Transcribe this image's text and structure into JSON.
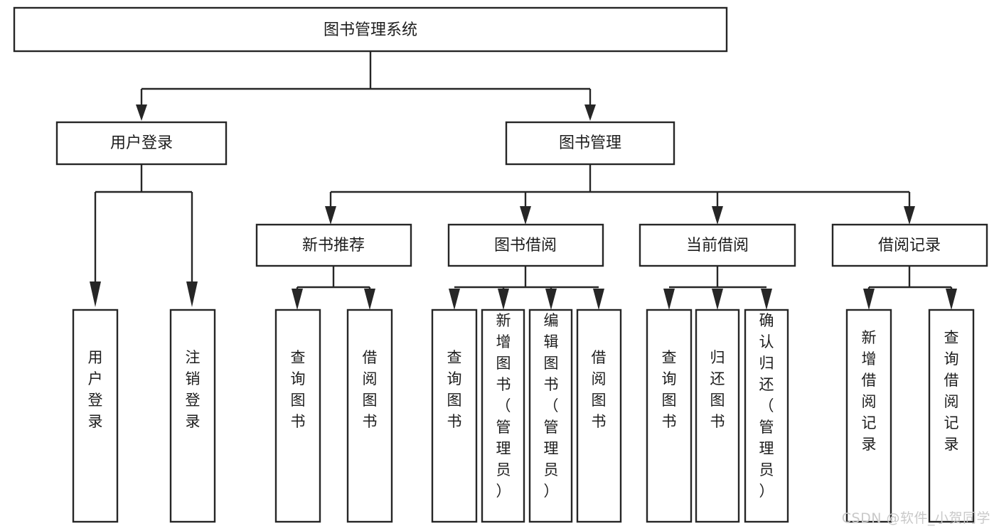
{
  "diagram": {
    "title": "图书管理系统",
    "type": "hierarchy-tree",
    "watermark": "CSDN @软件_小贺同学",
    "levels": {
      "root": {
        "label": "图书管理系统"
      },
      "level2": [
        {
          "id": "user-login",
          "label": "用户登录"
        },
        {
          "id": "book-manage",
          "label": "图书管理"
        }
      ],
      "level3": [
        {
          "id": "new-book-recommend",
          "label": "新书推荐",
          "parent": "book-manage"
        },
        {
          "id": "book-borrow",
          "label": "图书借阅",
          "parent": "book-manage"
        },
        {
          "id": "current-borrow",
          "label": "当前借阅",
          "parent": "book-manage"
        },
        {
          "id": "borrow-record",
          "label": "借阅记录",
          "parent": "book-manage"
        }
      ],
      "leaves": [
        {
          "id": "leaf-user-login",
          "label": "用户登录",
          "parent": "user-login"
        },
        {
          "id": "leaf-user-logout",
          "label": "注销登录",
          "parent": "user-login"
        },
        {
          "id": "leaf-query-book-1",
          "label": "查询图书",
          "parent": "new-book-recommend"
        },
        {
          "id": "leaf-borrow-book-1",
          "label": "借阅图书",
          "parent": "new-book-recommend"
        },
        {
          "id": "leaf-query-book-2",
          "label": "查询图书",
          "parent": "book-borrow"
        },
        {
          "id": "leaf-add-book",
          "label": "新增图书（管理员）",
          "parent": "book-borrow"
        },
        {
          "id": "leaf-edit-book",
          "label": "编辑图书（管理员）",
          "parent": "book-borrow"
        },
        {
          "id": "leaf-borrow-book-2",
          "label": "借阅图书",
          "parent": "book-borrow"
        },
        {
          "id": "leaf-query-book-3",
          "label": "查询图书",
          "parent": "current-borrow"
        },
        {
          "id": "leaf-return-book",
          "label": "归还图书",
          "parent": "current-borrow"
        },
        {
          "id": "leaf-confirm-return",
          "label": "确认归还（管理员）",
          "parent": "current-borrow"
        },
        {
          "id": "leaf-add-record",
          "label": "新增借阅记录",
          "parent": "borrow-record"
        },
        {
          "id": "leaf-query-record",
          "label": "查询借阅记录",
          "parent": "borrow-record"
        }
      ]
    },
    "colors": {
      "box_stroke": "#262626",
      "box_fill": "#ffffff",
      "text": "#1d1d1d",
      "background": "#ffffff",
      "watermark": "#c9c9c9"
    }
  }
}
